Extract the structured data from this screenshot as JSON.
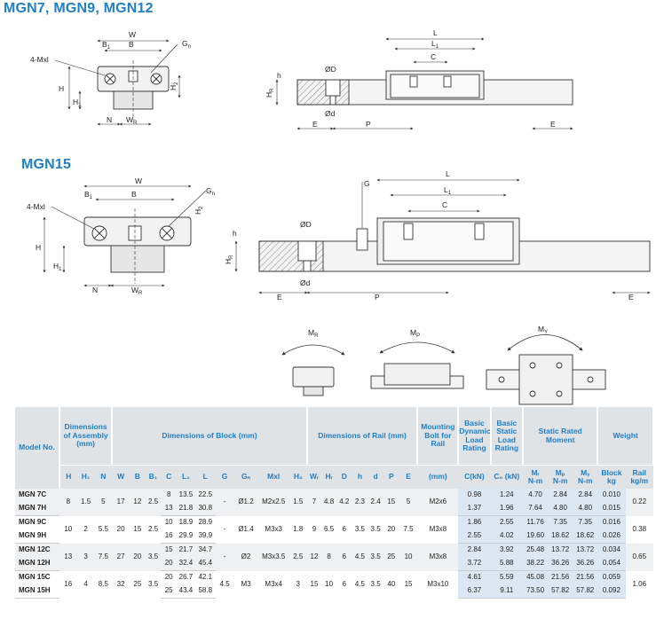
{
  "titles": {
    "section1": "MGN7, MGN9, MGN12",
    "section2": "MGN15"
  },
  "drawing_labels": {
    "W": "W",
    "B": "B",
    "B1": "B",
    "B1_sub": "1",
    "Gn": "G",
    "Gn_sub": "n",
    "mxl": "4-Mxl",
    "H": "H",
    "H1": "H",
    "H1_sub": "1",
    "H2": "H",
    "H2_sub": "2",
    "N": "N",
    "WR": "W",
    "WR_sub": "R",
    "L": "L",
    "L1": "L",
    "L1_sub": "1",
    "C": "C",
    "h": "h",
    "phiD": "ØD",
    "phid": "Ød",
    "HR": "H",
    "HR_sub": "R",
    "E": "E",
    "P": "P",
    "G": "G",
    "MR": "M",
    "MR_sub": "R",
    "MP": "M",
    "MP_sub": "P",
    "MY": "M",
    "MY_sub": "Y"
  },
  "table": {
    "groups": {
      "model": "Model No.",
      "assembly": "Dimensions of Assembly (mm)",
      "block": "Dimensions of Block (mm)",
      "rail": "Dimensions of Rail (mm)",
      "bolt": "Mounting Bolt for Rail",
      "dynamic": "Basic Dynamic Load Rating",
      "static": "Basic Static Load Rating",
      "moment": "Static Rated Moment",
      "weight": "Weight"
    },
    "sub_headers": {
      "H": "H",
      "H1": "H₁",
      "N": "N",
      "W": "W",
      "B": "B",
      "B1": "B₁",
      "C": "C",
      "L1": "L₁",
      "L": "L",
      "G": "G",
      "Gn": "Gₙ",
      "Mxl": "Mxl",
      "H2": "H₂",
      "WR": "Wᵣ",
      "HR": "Hᵣ",
      "D": "D",
      "h": "h",
      "d": "d",
      "P": "P",
      "E": "E",
      "bolt_unit": "(mm)",
      "dyn_unit": "C(kN)",
      "stat_unit": "C₀ (kN)",
      "MR": "Mᵣ",
      "MP": "Mₚ",
      "MY": "Mᵧ",
      "moment_unit": "N-m",
      "block": "Block",
      "block_unit": "kg",
      "rail": "Rail",
      "rail_unit": "kg/m"
    },
    "rows": [
      {
        "model": "MGN 7C",
        "H": "8",
        "H1": "1.5",
        "N": "5",
        "W": "17",
        "B": "12",
        "B1": "2.5",
        "C": "8",
        "L1": "13.5",
        "L": "22.5",
        "G": "-",
        "Gn": "Ø1.2",
        "Mxl": "M2x2.5",
        "H2": "1.5",
        "WR": "7",
        "HR": "4.8",
        "D": "4.2",
        "h": "2.3",
        "d": "2.4",
        "P": "15",
        "E": "5",
        "bolt": "M2x6",
        "C_kN": "0.98",
        "C0": "1.24",
        "MR": "4.70",
        "MP": "2.84",
        "MY": "2.84",
        "block": "0.010",
        "rail": "0.22"
      },
      {
        "model": "MGN 7H",
        "C": "13",
        "L1": "21.8",
        "L": "30.8",
        "C_kN": "1.37",
        "C0": "1.96",
        "MR": "7.64",
        "MP": "4.80",
        "MY": "4.80",
        "block": "0.015"
      },
      {
        "model": "MGN 9C",
        "H": "10",
        "H1": "2",
        "N": "5.5",
        "W": "20",
        "B": "15",
        "B1": "2.5",
        "C": "10",
        "L1": "18.9",
        "L": "28.9",
        "G": "-",
        "Gn": "Ø1.4",
        "Mxl": "M3x3",
        "H2": "1.8",
        "WR": "9",
        "HR": "6.5",
        "D": "6",
        "h": "3.5",
        "d": "3.5",
        "P": "20",
        "E": "7.5",
        "bolt": "M3x8",
        "C_kN": "1.86",
        "C0": "2.55",
        "MR": "11.76",
        "MP": "7.35",
        "MY": "7.35",
        "block": "0.016",
        "rail": "0.38"
      },
      {
        "model": "MGN 9H",
        "C": "16",
        "L1": "29.9",
        "L": "39.9",
        "C_kN": "2.55",
        "C0": "4.02",
        "MR": "19.60",
        "MP": "18.62",
        "MY": "18.62",
        "block": "0.026"
      },
      {
        "model": "MGN 12C",
        "H": "13",
        "H1": "3",
        "N": "7.5",
        "W": "27",
        "B": "20",
        "B1": "3.5",
        "C": "15",
        "L1": "21.7",
        "L": "34.7",
        "G": "-",
        "Gn": "Ø2",
        "Mxl": "M3x3.5",
        "H2": "2.5",
        "WR": "12",
        "HR": "8",
        "D": "6",
        "h": "4.5",
        "d": "3.5",
        "P": "25",
        "E": "10",
        "bolt": "M3x8",
        "C_kN": "2.84",
        "C0": "3.92",
        "MR": "25.48",
        "MP": "13.72",
        "MY": "13.72",
        "block": "0.034",
        "rail": "0.65"
      },
      {
        "model": "MGN 12H",
        "C": "20",
        "L1": "32.4",
        "L": "45.4",
        "C_kN": "3.72",
        "C0": "5.88",
        "MR": "38.22",
        "MP": "36.26",
        "MY": "36.26",
        "block": "0.054"
      },
      {
        "model": "MGN 15C",
        "H": "16",
        "H1": "4",
        "N": "8.5",
        "W": "32",
        "B": "25",
        "B1": "3.5",
        "C": "20",
        "L1": "26.7",
        "L": "42.1",
        "G": "4.5",
        "Gn": "M3",
        "Mxl": "M3x4",
        "H2": "3",
        "WR": "15",
        "HR": "10",
        "D": "6",
        "h": "4.5",
        "d": "3.5",
        "P": "40",
        "E": "15",
        "bolt": "M3x10",
        "C_kN": "4.61",
        "C0": "5.59",
        "MR": "45.08",
        "MP": "21.56",
        "MY": "21.56",
        "block": "0.059",
        "rail": "1.06"
      },
      {
        "model": "MGN 15H",
        "C": "25",
        "L1": "43.4",
        "L": "58.8",
        "C_kN": "6.37",
        "C0": "9.11",
        "MR": "73.50",
        "MP": "57.82",
        "MY": "57.82",
        "block": "0.092"
      }
    ]
  },
  "colors": {
    "accent": "#1f7fc7",
    "header_bg": "#dfe3e6",
    "row_alt": "#eef0f1",
    "highlight": "#dbe7f3"
  }
}
